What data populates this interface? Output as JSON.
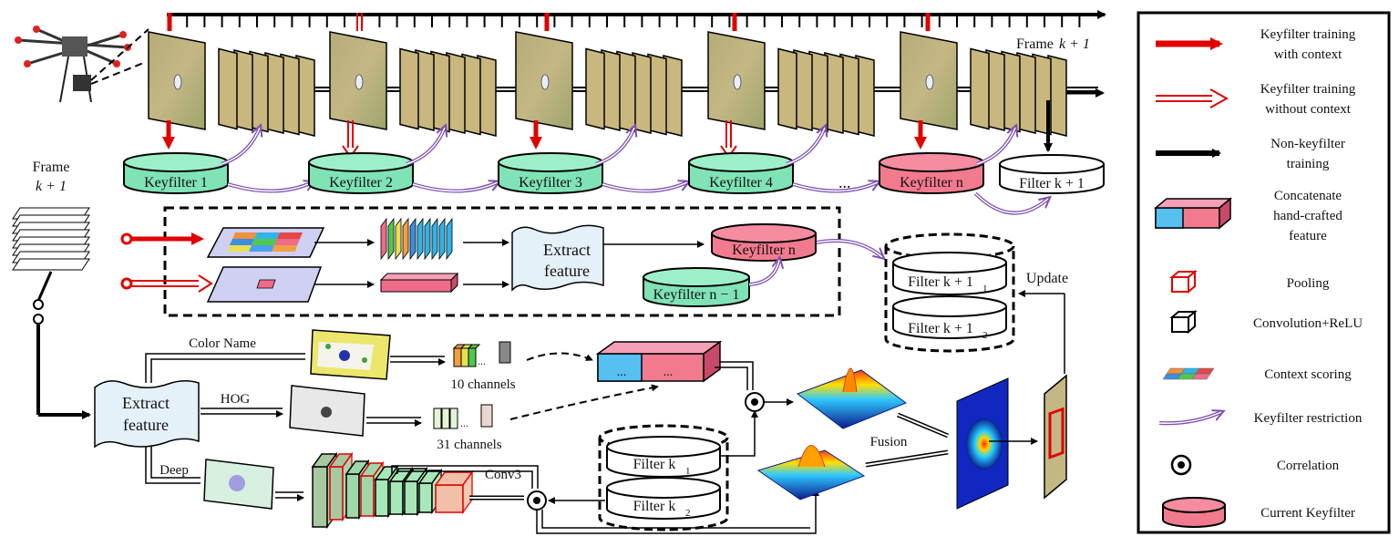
{
  "timeline": {
    "frame_label": "Frame",
    "frame_index": "k + 1"
  },
  "keyfilters": [
    {
      "label": "Keyfilter 1"
    },
    {
      "label": "Keyfilter 2"
    },
    {
      "label": "Keyfilter 3"
    },
    {
      "label": "Keyfilter 4"
    },
    {
      "label": "Keyfilter n"
    }
  ],
  "ellipsis": "...",
  "current_filter": "Filter k + 1",
  "left_frame": {
    "line1": "Frame",
    "line2": "k + 1"
  },
  "middle_block": {
    "extract_feature": "Extract feature",
    "keyfilter_n": "Keyfilter n",
    "keyfilter_n_minus_1": "Keyfilter n − 1"
  },
  "filter_stack_top": {
    "filter_1": "Filter k + 1",
    "filter_1_sub": "1",
    "filter_2": "Filter k + 1",
    "filter_2_sub": "2",
    "update": "Update"
  },
  "pipeline": {
    "extract_feature": "Extract feature",
    "color_name": "Color Name",
    "hog": "HOG",
    "deep": "Deep",
    "channels_10": "10 channels",
    "channels_31": "31 channels",
    "conv3": "Conv3",
    "fusion": "Fusion",
    "filter_k1": "Filter k",
    "filter_k1_sub": "1",
    "filter_k2": "Filter k",
    "filter_k2_sub": "2",
    "dots": "..."
  },
  "legend": [
    {
      "icon": "red-solid-arrow-icon",
      "line1": "Keyfilter training",
      "line2": "with context"
    },
    {
      "icon": "red-hollow-arrow-icon",
      "line1": "Keyfilter training",
      "line2": "without context"
    },
    {
      "icon": "black-arrow-icon",
      "line1": "Non-keyfilter",
      "line2": "training"
    },
    {
      "icon": "concatenate-cube-icon",
      "line1": "Concatenate",
      "line2": "hand-crafted",
      "line3": "feature"
    },
    {
      "icon": "red-cube-icon",
      "line1": "Pooling"
    },
    {
      "icon": "black-cube-icon",
      "line1": "Convolution+ReLU"
    },
    {
      "icon": "context-grid-icon",
      "line1": "Context scoring"
    },
    {
      "icon": "purple-arrow-icon",
      "line1": "Keyfilter restriction"
    },
    {
      "icon": "correlation-icon",
      "line1": "Correlation"
    },
    {
      "icon": "pink-cylinder-icon",
      "line1": "Current Keyfilter"
    }
  ],
  "colors": {
    "keyfilter_green": "#7fe3b5",
    "keyfilter_pink": "#f27a8e",
    "restriction_purple": "#7e4fb0",
    "context_red": "#e00000",
    "extract_blue": "#e4f1f8"
  }
}
